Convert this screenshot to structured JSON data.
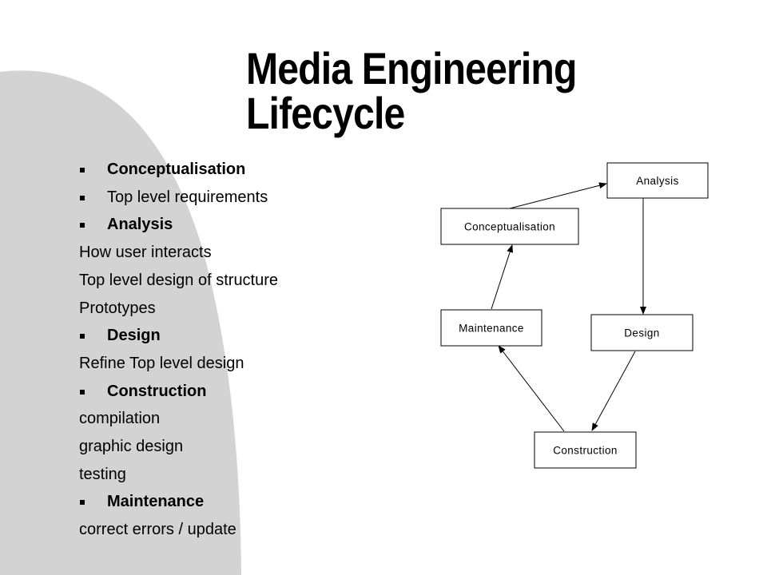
{
  "title": {
    "line1": "Media Engineering",
    "line2": "Lifecycle"
  },
  "outline": [
    {
      "text": "Conceptualisation",
      "bullet": true,
      "bold": true
    },
    {
      "text": "Top level requirements",
      "bullet": true,
      "bold": false
    },
    {
      "text": "Analysis",
      "bullet": true,
      "bold": true
    },
    {
      "text": "How  user interacts",
      "bullet": false,
      "bold": false
    },
    {
      "text": "Top level design  of structure",
      "bullet": false,
      "bold": false
    },
    {
      "text": "Prototypes",
      "bullet": false,
      "bold": false
    },
    {
      "text": "Design",
      "bullet": true,
      "bold": true
    },
    {
      "text": "Refine Top level design",
      "bullet": false,
      "bold": false
    },
    {
      "text": "Construction",
      "bullet": true,
      "bold": true
    },
    {
      "text": "compilation",
      "bullet": false,
      "bold": false
    },
    {
      "text": "graphic design",
      "bullet": false,
      "bold": false
    },
    {
      "text": "testing",
      "bullet": false,
      "bold": false
    },
    {
      "text": "Maintenance",
      "bullet": true,
      "bold": true
    },
    {
      "text": "correct errors / update",
      "bullet": false,
      "bold": false
    }
  ],
  "diagram": {
    "nodes": {
      "analysis": "Analysis",
      "conceptualisation": "Conceptualisation",
      "maintenance": "Maintenance",
      "design": "Design",
      "construction": "Construction"
    },
    "edges": [
      {
        "from": "conceptualisation",
        "to": "analysis"
      },
      {
        "from": "analysis",
        "to": "design"
      },
      {
        "from": "design",
        "to": "construction"
      },
      {
        "from": "construction",
        "to": "maintenance"
      },
      {
        "from": "maintenance",
        "to": "conceptualisation"
      }
    ]
  },
  "colors": {
    "background": "#ffffff",
    "side_shape": "#d3d3d3",
    "ink": "#000000"
  }
}
